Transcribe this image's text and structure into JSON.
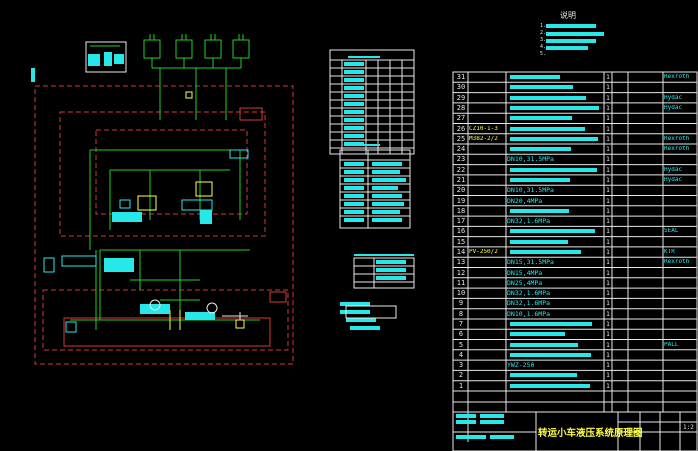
{
  "colors": {
    "background": "#000000",
    "green": "#21d121",
    "cyan": "#27e8e8",
    "red": "#d63a3a",
    "white": "#e8e8e8",
    "yellow": "#ffff4a",
    "magenta": "#e14ae1"
  },
  "notes": {
    "title": "说明",
    "lines": [
      "1.",
      "2.",
      "3.",
      "4.",
      "5."
    ]
  },
  "bom": {
    "rows": [
      {
        "no": "31",
        "code": "",
        "name": "",
        "qty": "1",
        "maker": "Rexroth"
      },
      {
        "no": "30",
        "code": "",
        "name": "",
        "qty": "1",
        "maker": ""
      },
      {
        "no": "29",
        "code": "",
        "name": "",
        "qty": "1",
        "maker": "Hydac"
      },
      {
        "no": "28",
        "code": "",
        "name": "",
        "qty": "1",
        "maker": "Hydac"
      },
      {
        "no": "27",
        "code": "",
        "name": "",
        "qty": "1",
        "maker": ""
      },
      {
        "no": "26",
        "code": "CZ10-1-3",
        "name": "",
        "qty": "1",
        "maker": ""
      },
      {
        "no": "25",
        "code": "M382-2/2",
        "name": "",
        "qty": "1",
        "maker": "Rexroth"
      },
      {
        "no": "24",
        "code": "",
        "name": "",
        "qty": "1",
        "maker": "Rexroth"
      },
      {
        "no": "23",
        "code": "",
        "name": "DN10,31.5MPa",
        "qty": "1",
        "maker": ""
      },
      {
        "no": "22",
        "code": "",
        "name": "",
        "qty": "1",
        "maker": "Hydac"
      },
      {
        "no": "21",
        "code": "",
        "name": "",
        "qty": "1",
        "maker": "Hydac"
      },
      {
        "no": "20",
        "code": "",
        "name": "DN10,31.5MPa",
        "qty": "1",
        "maker": ""
      },
      {
        "no": "19",
        "code": "",
        "name": "DN20,4MPa",
        "qty": "1",
        "maker": ""
      },
      {
        "no": "18",
        "code": "",
        "name": "",
        "qty": "1",
        "maker": ""
      },
      {
        "no": "17",
        "code": "",
        "name": "DN32,1.6MPa",
        "qty": "1",
        "maker": ""
      },
      {
        "no": "16",
        "code": "",
        "name": "",
        "qty": "1",
        "maker": "SEAL"
      },
      {
        "no": "15",
        "code": "",
        "name": "",
        "qty": "1",
        "maker": ""
      },
      {
        "no": "14",
        "code": "PV-250/2",
        "name": "",
        "qty": "1",
        "maker": "KTR"
      },
      {
        "no": "13",
        "code": "",
        "name": "DN15,31.5MPa",
        "qty": "1",
        "maker": "Rexroth"
      },
      {
        "no": "12",
        "code": "",
        "name": "DN15,4MPa",
        "qty": "1",
        "maker": ""
      },
      {
        "no": "11",
        "code": "",
        "name": "DN25,4MPa",
        "qty": "1",
        "maker": ""
      },
      {
        "no": "10",
        "code": "",
        "name": "DN32,1.6MPa",
        "qty": "1",
        "maker": ""
      },
      {
        "no": "9",
        "code": "",
        "name": "DN32,1.6MPa",
        "qty": "1",
        "maker": ""
      },
      {
        "no": "8",
        "code": "",
        "name": "DN10,1.6MPa",
        "qty": "1",
        "maker": ""
      },
      {
        "no": "7",
        "code": "",
        "name": "",
        "qty": "1",
        "maker": ""
      },
      {
        "no": "6",
        "code": "",
        "name": "",
        "qty": "1",
        "maker": ""
      },
      {
        "no": "5",
        "code": "",
        "name": "",
        "qty": "1",
        "maker": "PALL"
      },
      {
        "no": "4",
        "code": "",
        "name": "",
        "qty": "1",
        "maker": ""
      },
      {
        "no": "3",
        "code": "",
        "name": "YWZ-250",
        "qty": "1",
        "maker": ""
      },
      {
        "no": "2",
        "code": "",
        "name": "",
        "qty": "1",
        "maker": ""
      },
      {
        "no": "1",
        "code": "",
        "name": "",
        "qty": "1",
        "maker": ""
      }
    ]
  },
  "title_block": {
    "drawing_title": "转运小车液压系统原理图",
    "scale": "1:2"
  }
}
